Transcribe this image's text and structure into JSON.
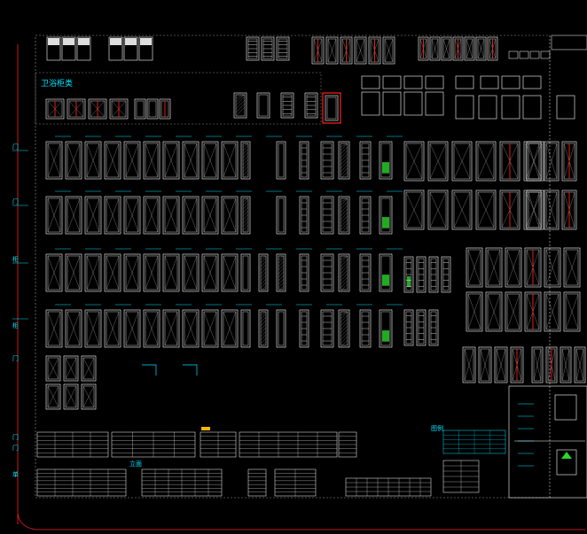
{
  "app": {
    "title": "CAD Drawing"
  },
  "drawing": {
    "section_title": "卫浴柜类",
    "row_labels": [
      "门",
      "门",
      "柜",
      "柜",
      "门"
    ],
    "bottom_labels": [
      "门",
      "门",
      "单"
    ],
    "panel_heading": "立面",
    "legend_label": "图例"
  },
  "colors": {
    "background": "#000000",
    "line": "#ffffff",
    "text": "#00e5ff",
    "accent_red": "#ff2020",
    "accent_green": "#2bd52b",
    "dashed_border": "#aaaaaa"
  }
}
